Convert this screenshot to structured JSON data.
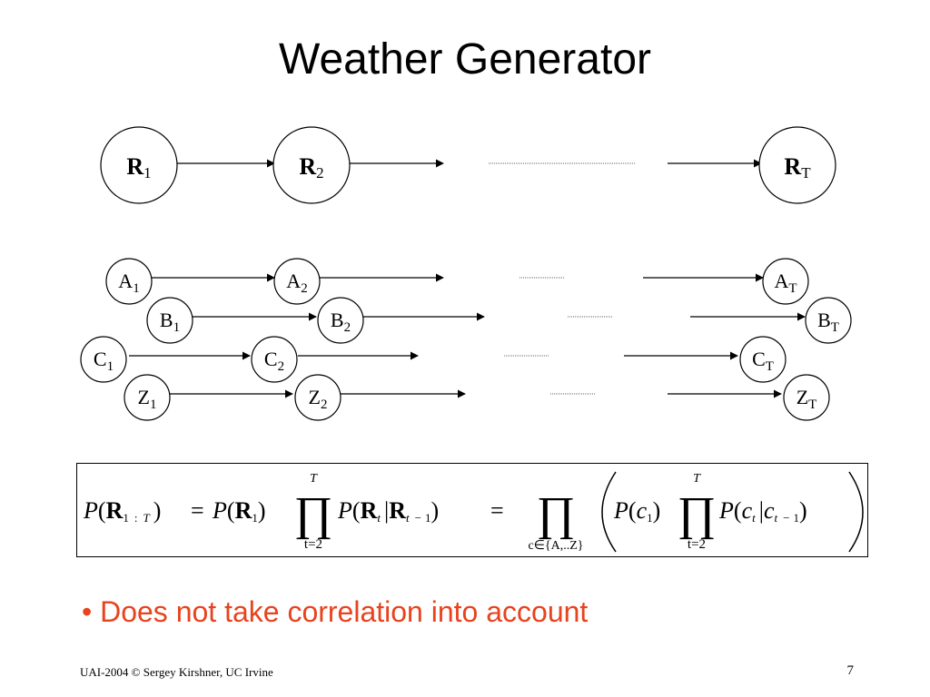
{
  "slide": {
    "title": "Weather Generator",
    "bullet_marker": "•",
    "bullet_text": "Does not take correlation into account",
    "footer": "UAI-2004 © Sergey Kirshner, UC Irvine",
    "page_number": "7",
    "accent_color": "#e8431e"
  },
  "diagram": {
    "r_nodes": [
      {
        "letter": "R",
        "sub": "1"
      },
      {
        "letter": "R",
        "sub": "2"
      },
      {
        "letter": "R",
        "sub": "T"
      }
    ],
    "rows": [
      {
        "letter": "A",
        "subs": [
          "1",
          "2",
          "T"
        ]
      },
      {
        "letter": "B",
        "subs": [
          "1",
          "2",
          "T"
        ]
      },
      {
        "letter": "C",
        "subs": [
          "1",
          "2",
          "T"
        ]
      },
      {
        "letter": "Z",
        "subs": [
          "1",
          "2",
          "T"
        ]
      }
    ]
  },
  "formula": {
    "P": "P",
    "R": "R",
    "lp": "(",
    "rp": ")",
    "eq": "=",
    "prod": "∏",
    "bar": "|",
    "one": "1",
    "t": "t",
    "T": "T",
    "colon": ":",
    "minus": "−",
    "t_eq_2": "t=2",
    "c": "c",
    "c_set": "c∈{A,..Z}"
  }
}
